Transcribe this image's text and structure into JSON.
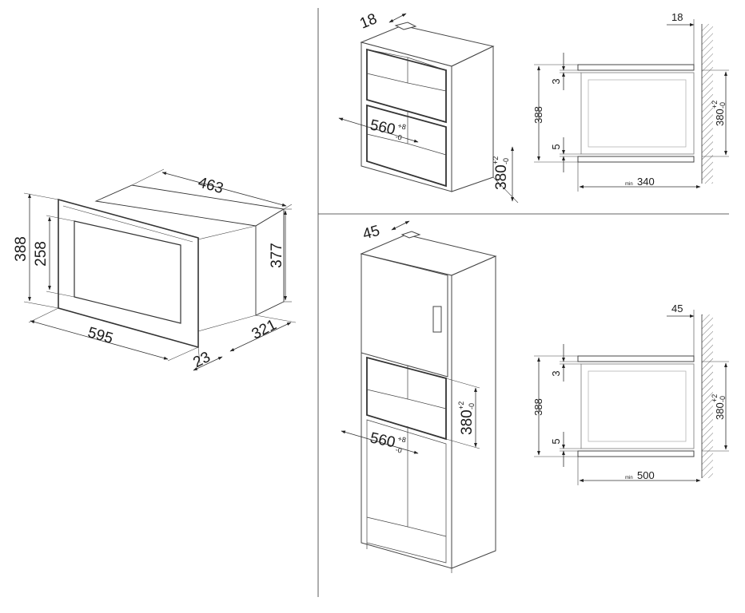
{
  "appliance_view": {
    "width": "595",
    "depth": "463",
    "height": "388",
    "door_height": "258",
    "body_height": "377",
    "body_depth": "321",
    "panel_depth": "23"
  },
  "top_installation": {
    "perspective": {
      "panel_overlap": "18",
      "width_main": "560",
      "width_tol_plus": "+8",
      "width_tol_minus": "-0",
      "height_main": "380",
      "height_tol_plus": "+2",
      "height_tol_minus": "-0"
    },
    "section": {
      "overlap": "18",
      "gap_top": "3",
      "gap_bottom": "5",
      "height": "388",
      "opening_main": "380",
      "opening_tol_plus": "+2",
      "opening_tol_minus": "-0",
      "min_prefix": "min",
      "min_depth": "340"
    }
  },
  "column_installation": {
    "perspective": {
      "panel_overlap": "45",
      "width_main": "560",
      "width_tol_plus": "+8",
      "width_tol_minus": "-0",
      "height_main": "380",
      "height_tol_plus": "+2",
      "height_tol_minus": "-0"
    },
    "section": {
      "overlap": "45",
      "gap_top": "3",
      "gap_bottom": "5",
      "height": "388",
      "opening_main": "380",
      "opening_tol_plus": "+2",
      "opening_tol_minus": "-0",
      "min_prefix": "min",
      "min_depth": "500"
    }
  }
}
